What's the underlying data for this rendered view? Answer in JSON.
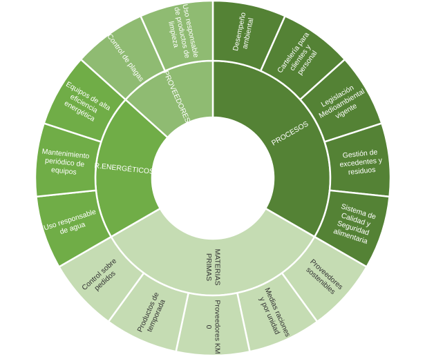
{
  "chart_data": {
    "type": "sunburst",
    "title": "",
    "colors": {
      "PROCESOS": {
        "inner": "#548235",
        "outer": "#548235",
        "text": "#ffffff"
      },
      "MATERIAS PRIMAS": {
        "inner": "#c5dcb3",
        "outer": "#c5dcb3",
        "text": "#333333"
      },
      "R.ENERGÉTICOS": {
        "inner": "#70ad47",
        "outer": "#70ad47",
        "text": "#ffffff"
      },
      "PROVEEDORES": {
        "inner": "#8fbb72",
        "outer": "#8fbb72",
        "text": "#ffffff"
      }
    },
    "categories": [
      {
        "name": "PROCESOS",
        "label": "PROCESOS",
        "children": [
          {
            "name": "Desempeño ambiental",
            "lines": [
              "Desempeño",
              "ambiental"
            ],
            "value": 1
          },
          {
            "name": "Cartelería para clientes y personal",
            "lines": [
              "Cartelería para",
              "clientes y",
              "personal"
            ],
            "value": 1
          },
          {
            "name": "Legislación Medioambiental vigente",
            "lines": [
              "Legislación",
              "Medioambiental",
              "vigente"
            ],
            "value": 1
          },
          {
            "name": "Gestión de excedentes y residuos",
            "lines": [
              "Gestión de",
              "excedentes y",
              "residuos"
            ],
            "value": 1
          },
          {
            "name": "Sistema de Calidad y Seguridad alimentaria",
            "lines": [
              "Sistema de",
              "Calidad y",
              "Seguridad",
              "alimentaria"
            ],
            "value": 1
          }
        ]
      },
      {
        "name": "MATERIAS PRIMAS",
        "label": "MATERIAS PRIMAS",
        "label_lines": [
          "MATERIAS",
          "PRIMAS"
        ],
        "children": [
          {
            "name": "Proveedores sostenibles",
            "lines": [
              "Proveedores",
              "sostenibles"
            ],
            "value": 1
          },
          {
            "name": "Medias raciones y por unidad",
            "lines": [
              "Medias raciones",
              "y por unidad"
            ],
            "value": 1
          },
          {
            "name": "Proveedores KM 0",
            "lines": [
              "Proveedores KM",
              "0"
            ],
            "value": 1
          },
          {
            "name": "Productos de temporada",
            "lines": [
              "Productos de",
              "temporada"
            ],
            "value": 1
          },
          {
            "name": "Control sobre pedidos",
            "lines": [
              "Control sobre",
              "pedidos"
            ],
            "value": 1
          }
        ]
      },
      {
        "name": "R.ENERGÉTICOS",
        "label": "R.ENERGÉTICOS",
        "children": [
          {
            "name": "Uso responsable de agua",
            "lines": [
              "Uso responsable",
              "de agua"
            ],
            "value": 1
          },
          {
            "name": "Mantenimiento periódico de equipos",
            "lines": [
              "Mantenimiento",
              "periódico de",
              "equipos"
            ],
            "value": 1
          },
          {
            "name": "Equipos de alta eficiencia energética",
            "lines": [
              "Equipos de alta",
              "eficiencia",
              "energética"
            ],
            "value": 1
          }
        ]
      },
      {
        "name": "PROVEEDORES",
        "label": "PROVEEDORES",
        "children": [
          {
            "name": "Control de plagas",
            "lines": [
              "Control de plagas"
            ],
            "value": 1
          },
          {
            "name": "Uso responsable de productos de limpieza",
            "lines": [
              "Uso responsable",
              "de productos de",
              "limpieza"
            ],
            "value": 1
          }
        ]
      }
    ]
  }
}
